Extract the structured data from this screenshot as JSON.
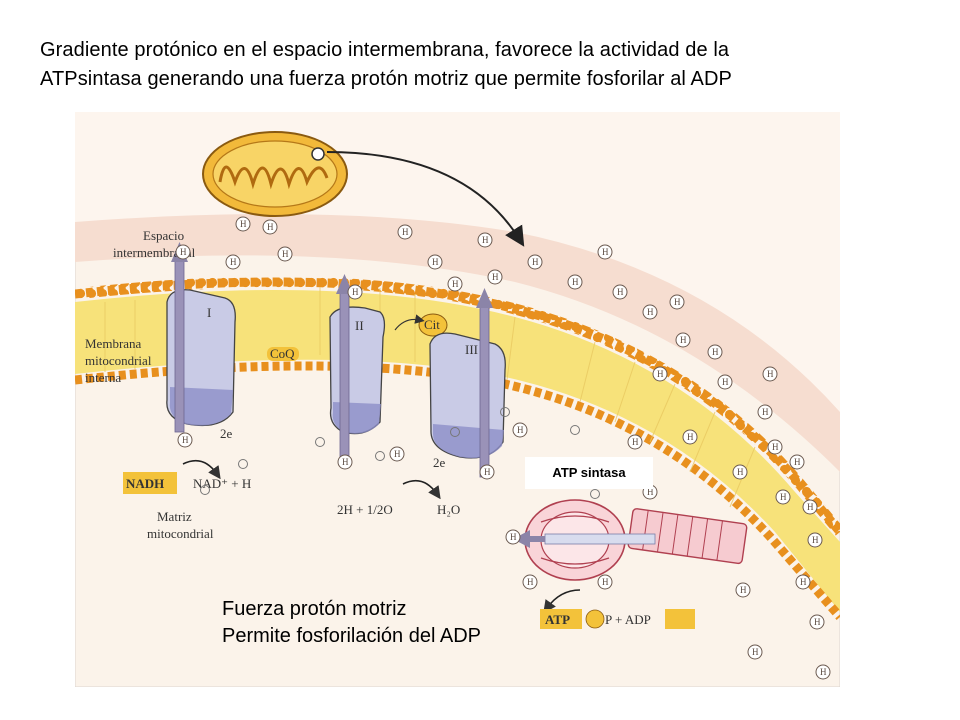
{
  "slide": {
    "title_line1": "Gradiente protónico en el espacio intermembrana, favorece la actividad de la",
    "title_line2": "ATPsintasa generando una fuerza protón motriz que permite fosforilar al ADP"
  },
  "figure": {
    "label_espacio_1": "Espacio",
    "label_espacio_2": "intermembranal",
    "label_membrana_1": "Membrana",
    "label_membrana_2": "mitocondrial",
    "label_membrana_3": "interna",
    "label_matriz_1": "Matriz",
    "label_matriz_2": "mitocondrial",
    "complex_1": "I",
    "complex_2": "II",
    "complex_3": "III",
    "coq": "CoQ",
    "cyt_c": "Cit",
    "two_e_1": "2e",
    "two_e_2": "2e",
    "nadh": "NADH",
    "nad_plus_h": "NAD⁺ + H",
    "two_h_half_o2": "2H + 1/2O",
    "h2o": "H₂O",
    "atp": "ATP",
    "p_plus_adp": "P + ADP",
    "proton": "H",
    "atp_sintasa_label": "ATP sintasa"
  },
  "caption": {
    "line1": "Fuerza protón motriz",
    "line2": "Permite fosforilación del ADP"
  },
  "colors": {
    "intermembrane_bg": "#f6ddd0",
    "matrix_bg": "#fbf3ea",
    "membrane_core": "#f7e27a",
    "lipid_head": "#e8901e",
    "protein": "#c9cbe6",
    "mitochondrion_fill": "#f2b93a",
    "atp_highlight": "#f3c23a",
    "arrow": "#8b84a8"
  }
}
